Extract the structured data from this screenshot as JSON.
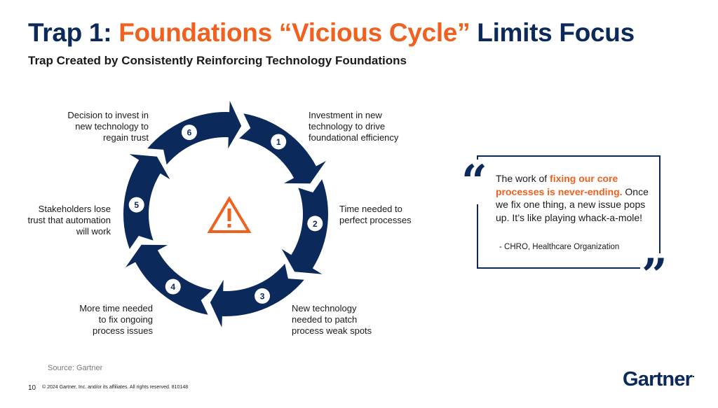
{
  "slide": {
    "title_prefix": "Trap 1: ",
    "title_accent": "Foundations “Vicious Cycle”",
    "title_suffix": " Limits Focus",
    "subtitle": "Trap Created by Consistently Reinforcing Technology Foundations"
  },
  "cycle": {
    "steps": [
      {
        "number": "1",
        "label_lines": [
          "Investment in new",
          "technology to drive",
          "foundational efficiency"
        ]
      },
      {
        "number": "2",
        "label_lines": [
          "Time needed to",
          "perfect processes"
        ]
      },
      {
        "number": "3",
        "label_lines": [
          "New technology",
          "needed to patch",
          "process weak spots"
        ]
      },
      {
        "number": "4",
        "label_lines": [
          "More time needed",
          "to fix ongoing",
          "process issues"
        ]
      },
      {
        "number": "5",
        "label_lines": [
          "Stakeholders lose",
          "trust that automation",
          "will work"
        ]
      },
      {
        "number": "6",
        "label_lines": [
          "Decision to invest in",
          "new technology to",
          "regain trust"
        ]
      }
    ],
    "center_icon": "warning-triangle-icon"
  },
  "quote": {
    "text_before": "The work of ",
    "text_highlight": "fixing our core processes is never-ending.",
    "text_after": " Once we fix one thing, a new issue pops up. It’s like playing whack-a-mole!",
    "attribution": "- CHRO, Healthcare Organization"
  },
  "footer": {
    "source": "Source: Gartner",
    "page_number": "10",
    "copyright": "© 2024 Gartner, Inc. and/or its affiliates. All rights reserved. 810148",
    "logo_text": "Gartner",
    "logo_mark": "."
  },
  "colors": {
    "navy": "#0b2a5b",
    "orange": "#f0601f"
  }
}
